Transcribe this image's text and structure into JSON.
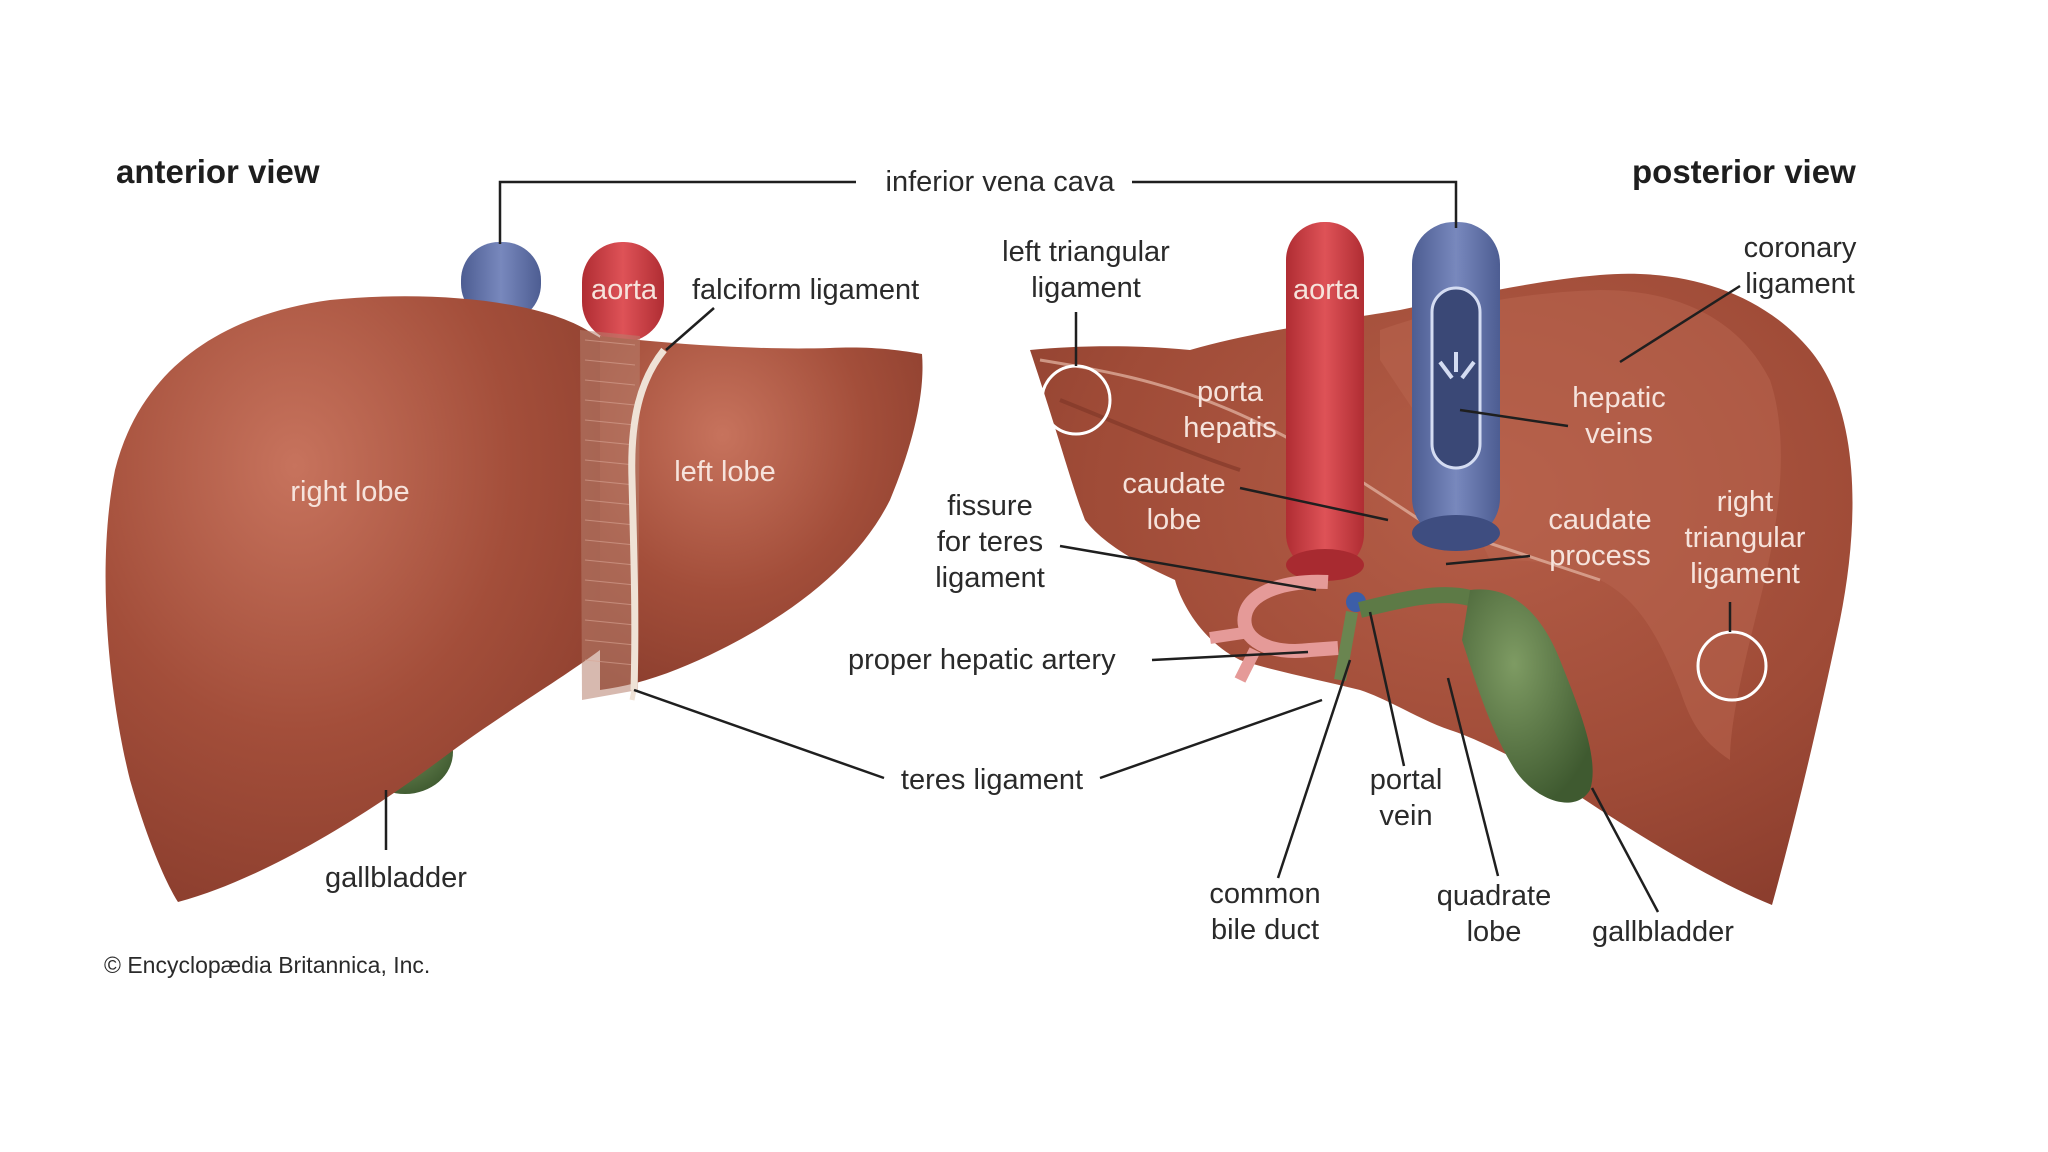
{
  "titles": {
    "anterior": "anterior view",
    "posterior": "posterior view"
  },
  "labels": {
    "inferior_vena_cava": "inferior vena cava",
    "aorta_anterior": "aorta",
    "aorta_posterior": "aorta",
    "falciform_ligament": "falciform ligament",
    "right_lobe": "right lobe",
    "left_lobe": "left lobe",
    "gallbladder_anterior": "gallbladder",
    "teres_ligament": "teres ligament",
    "left_triangular_ligament": "left triangular\nligament",
    "porta_hepatis": "porta\nhepatis",
    "caudate_lobe": "caudate\nlobe",
    "fissure_for_teres_ligament": "fissure\nfor teres\nligament",
    "proper_hepatic_artery": "proper hepatic artery",
    "hepatic_veins": "hepatic\nveins",
    "coronary_ligament": "coronary\nligament",
    "caudate_process": "caudate\nprocess",
    "right_triangular_ligament": "right\ntriangular\nligament",
    "portal_vein": "portal\nvein",
    "common_bile_duct": "common\nbile duct",
    "quadrate_lobe": "quadrate\nlobe",
    "gallbladder_posterior": "gallbladder"
  },
  "credit": "© Encyclopædia Britannica, Inc.",
  "colors": {
    "liver": "#a34e3a",
    "liver_light": "#c2705a",
    "aorta": "#cc3a3e",
    "vena_cava": "#5e6fa6",
    "gallbladder": "#4f6e3d",
    "ligament": "#efe2d6",
    "artery": "#e59a98",
    "leader_line": "#1f1f1f"
  }
}
